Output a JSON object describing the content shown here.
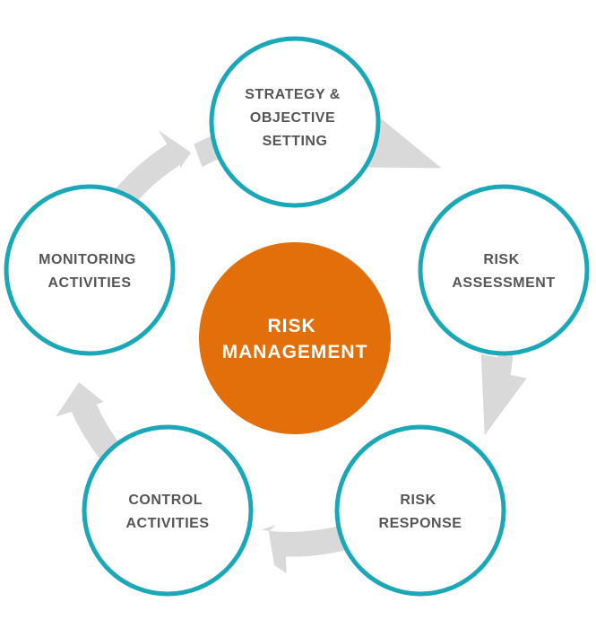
{
  "diagram": {
    "center": {
      "lines": [
        "RISK",
        "MANAGEMENT"
      ],
      "color": "#E36F0B"
    },
    "nodes": [
      {
        "id": "strategy",
        "lines": [
          "STRATEGY &",
          "OBJECTIVE",
          "SETTING"
        ]
      },
      {
        "id": "risk-assessment",
        "lines": [
          "RISK",
          "ASSESSMENT"
        ]
      },
      {
        "id": "risk-response",
        "lines": [
          "RISK",
          "RESPONSE"
        ]
      },
      {
        "id": "control-activities",
        "lines": [
          "CONTROL",
          "ACTIVITIES"
        ]
      },
      {
        "id": "monitoring-activities",
        "lines": [
          "MONITORING",
          "ACTIVITIES"
        ]
      }
    ],
    "colors": {
      "ring": "#1AA8B8",
      "arrow": "#D9D9D9",
      "text": "#555555"
    }
  }
}
